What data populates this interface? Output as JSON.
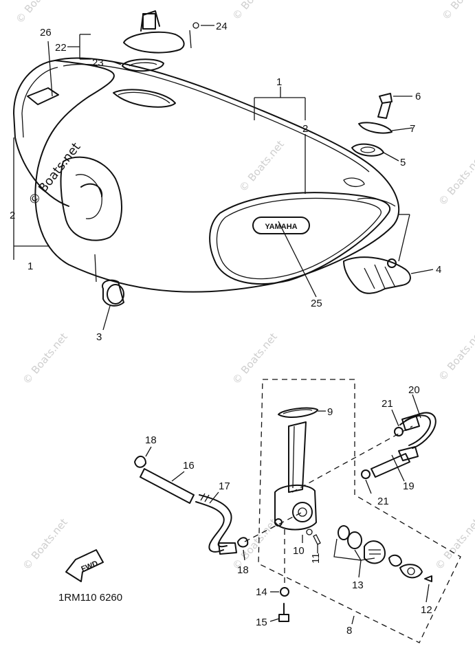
{
  "watermark": "© Boats.net",
  "tank_badge": "YAMAHA",
  "fwd_label": "FWD",
  "diagram_code": "1RM110 6260",
  "callouts": {
    "c1a": "1",
    "c1b": "1",
    "c2a": "2",
    "c2b": "2",
    "c3": "3",
    "c4": "4",
    "c5": "5",
    "c6": "6",
    "c7": "7",
    "c8": "8",
    "c9": "9",
    "c10": "10",
    "c11": "11",
    "c12": "12",
    "c13": "13",
    "c14": "14",
    "c15": "15",
    "c16": "16",
    "c17": "17",
    "c18a": "18",
    "c18b": "18",
    "c19": "19",
    "c20": "20",
    "c21a": "21",
    "c21b": "21",
    "c22": "22",
    "c23": "23",
    "c24": "24",
    "c25": "25",
    "c26": "26"
  }
}
